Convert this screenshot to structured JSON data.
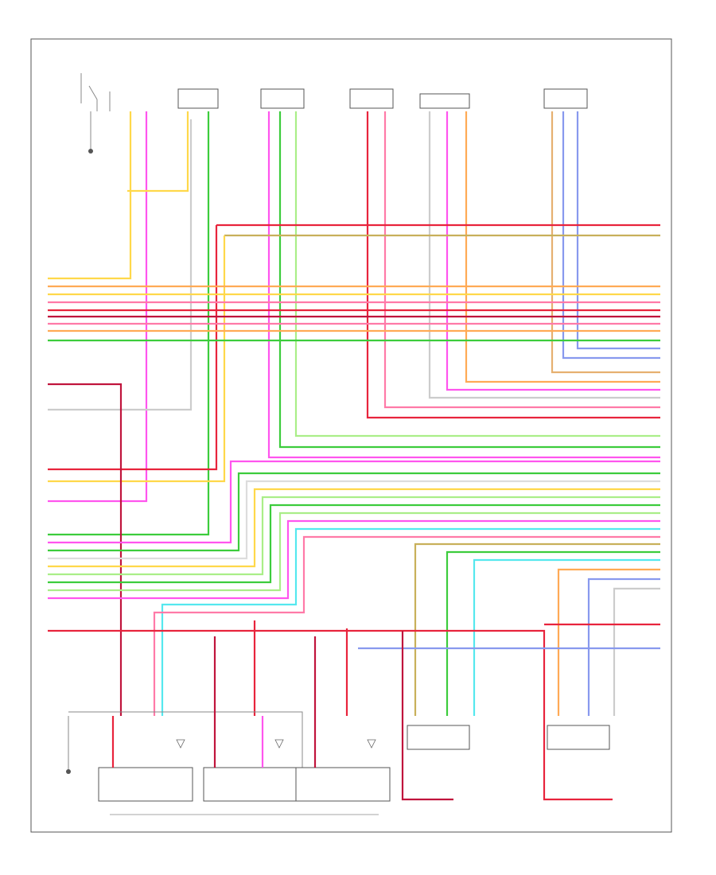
{
  "diagram": {
    "footer_code": "",
    "colors": {
      "red": "#e8243c",
      "dark_red": "#c0143c",
      "pink": "#ff7aa8",
      "magenta": "#ff55ee",
      "orange": "#ffaa55",
      "tan": "#e6b070",
      "yellow": "#ffd84a",
      "green": "#3ccc3c",
      "light_green": "#aaee88",
      "cyan": "#55e8ee",
      "blue": "#8899ee",
      "gray": "#999999",
      "olive": "#c8b05a"
    },
    "components": {
      "top": [
        {
          "id": "c1",
          "label": ""
        },
        {
          "id": "c2",
          "label": ""
        },
        {
          "id": "c3",
          "label": ""
        },
        {
          "id": "c4",
          "label": ""
        },
        {
          "id": "c5",
          "label": ""
        },
        {
          "id": "c6",
          "label": ""
        }
      ],
      "bottom": [
        {
          "id": "b1",
          "label": ""
        },
        {
          "id": "b2",
          "label": ""
        },
        {
          "id": "b3",
          "label": ""
        },
        {
          "id": "b4",
          "label": ""
        },
        {
          "id": "b5",
          "label": ""
        }
      ]
    }
  }
}
